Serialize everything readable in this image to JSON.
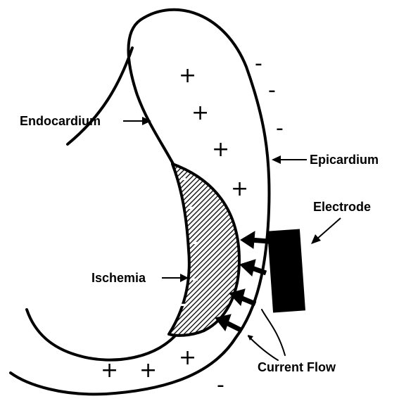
{
  "labels": {
    "endocardium": "Endocardium",
    "epicardium": "Epicardium",
    "electrode": "Electrode",
    "ischemia": "Ischemia",
    "current_flow": "Current Flow"
  },
  "signs": {
    "plus": "+",
    "minus": "-"
  },
  "colors": {
    "ink": "#000000",
    "background": "#ffffff"
  }
}
